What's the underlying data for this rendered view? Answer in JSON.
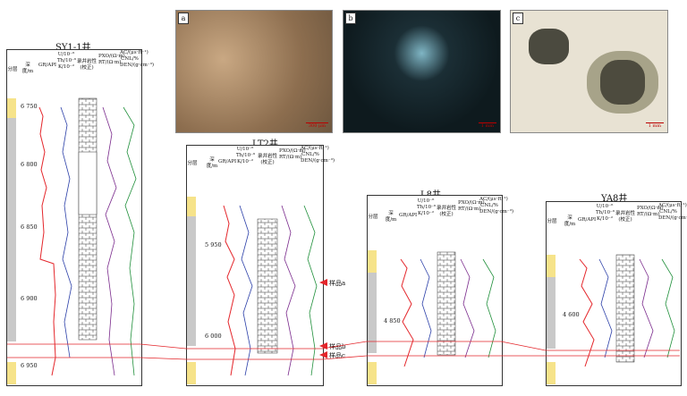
{
  "photos": [
    {
      "label": "a",
      "scale": "300 μm"
    },
    {
      "label": "b",
      "scale": "1 mm"
    },
    {
      "label": "c",
      "scale": "1 mm"
    }
  ],
  "wells": [
    {
      "name": "SY1-1井",
      "depths": [
        "6 750",
        "6 800",
        "6 850",
        "6 900",
        "6 950"
      ]
    },
    {
      "name": "LT2井",
      "depths": [
        "5 950",
        "6 000"
      ]
    },
    {
      "name": "L8井",
      "depths": [
        "4 850"
      ]
    },
    {
      "name": "YA8井",
      "depths": [
        "4 600"
      ]
    }
  ],
  "headers": {
    "fenceng": "分层",
    "depth": "深度/m",
    "gr": "GR/API",
    "spectral": "U/10⁻⁶ Th/10⁻⁶ K/10⁻²",
    "lith": "录井岩性(校正)",
    "res": "PXO/(Ω·m) RT/(Ω·m)",
    "poro": "AC/(μs·ft⁻¹) CNL/% DEN/(g·cm⁻³)"
  },
  "samples": [
    "样品a",
    "样品b",
    "样品c"
  ],
  "colors": {
    "red": "#e4262b",
    "blue": "#2b3fa8",
    "green": "#1f8f3a",
    "purple": "#7a2a8c",
    "yellow": "#f6e38a",
    "grey": "#c9c9c9"
  }
}
